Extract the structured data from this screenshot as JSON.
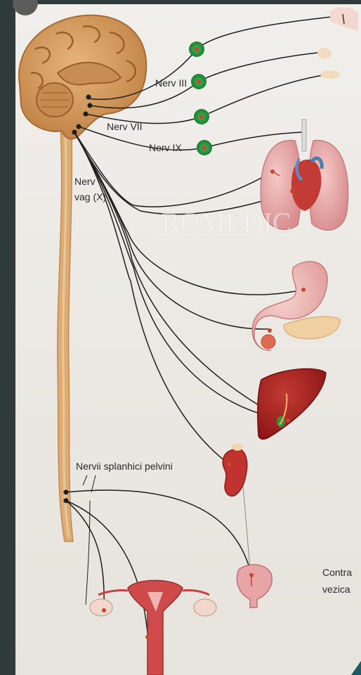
{
  "labels": {
    "nerve_iii": "Nerv III",
    "nerve_vii": "Nerv VII",
    "nerve_ix": "Nerv IX",
    "vagus_line1": "Nerv",
    "vagus_line2": "vag (X)",
    "pelvic_splanchnic": "Nervii splanhici pelvini",
    "caption_line1": "Contra",
    "caption_line2": "vezica"
  },
  "watermark": "ROMEDIC",
  "colors": {
    "page_bg": "#2f3a3a",
    "sheet_bg": "#eeebe7",
    "spinal_cord": "#d9a56b",
    "brain": "#d29a5c",
    "nerve_line": "#1e1e1e",
    "ganglion": "#1f8a3a",
    "synapse_dot": "#c9452b",
    "organ_red": "#a8201f",
    "organ_pink": "#e4a3a6"
  },
  "icons": [
    "brain-icon",
    "lungs-heart-icon",
    "stomach-pancreas-icon",
    "liver-icon",
    "kidney-icon",
    "bladder-icon",
    "uterus-icon",
    "eye-icon",
    "gland-icon"
  ]
}
